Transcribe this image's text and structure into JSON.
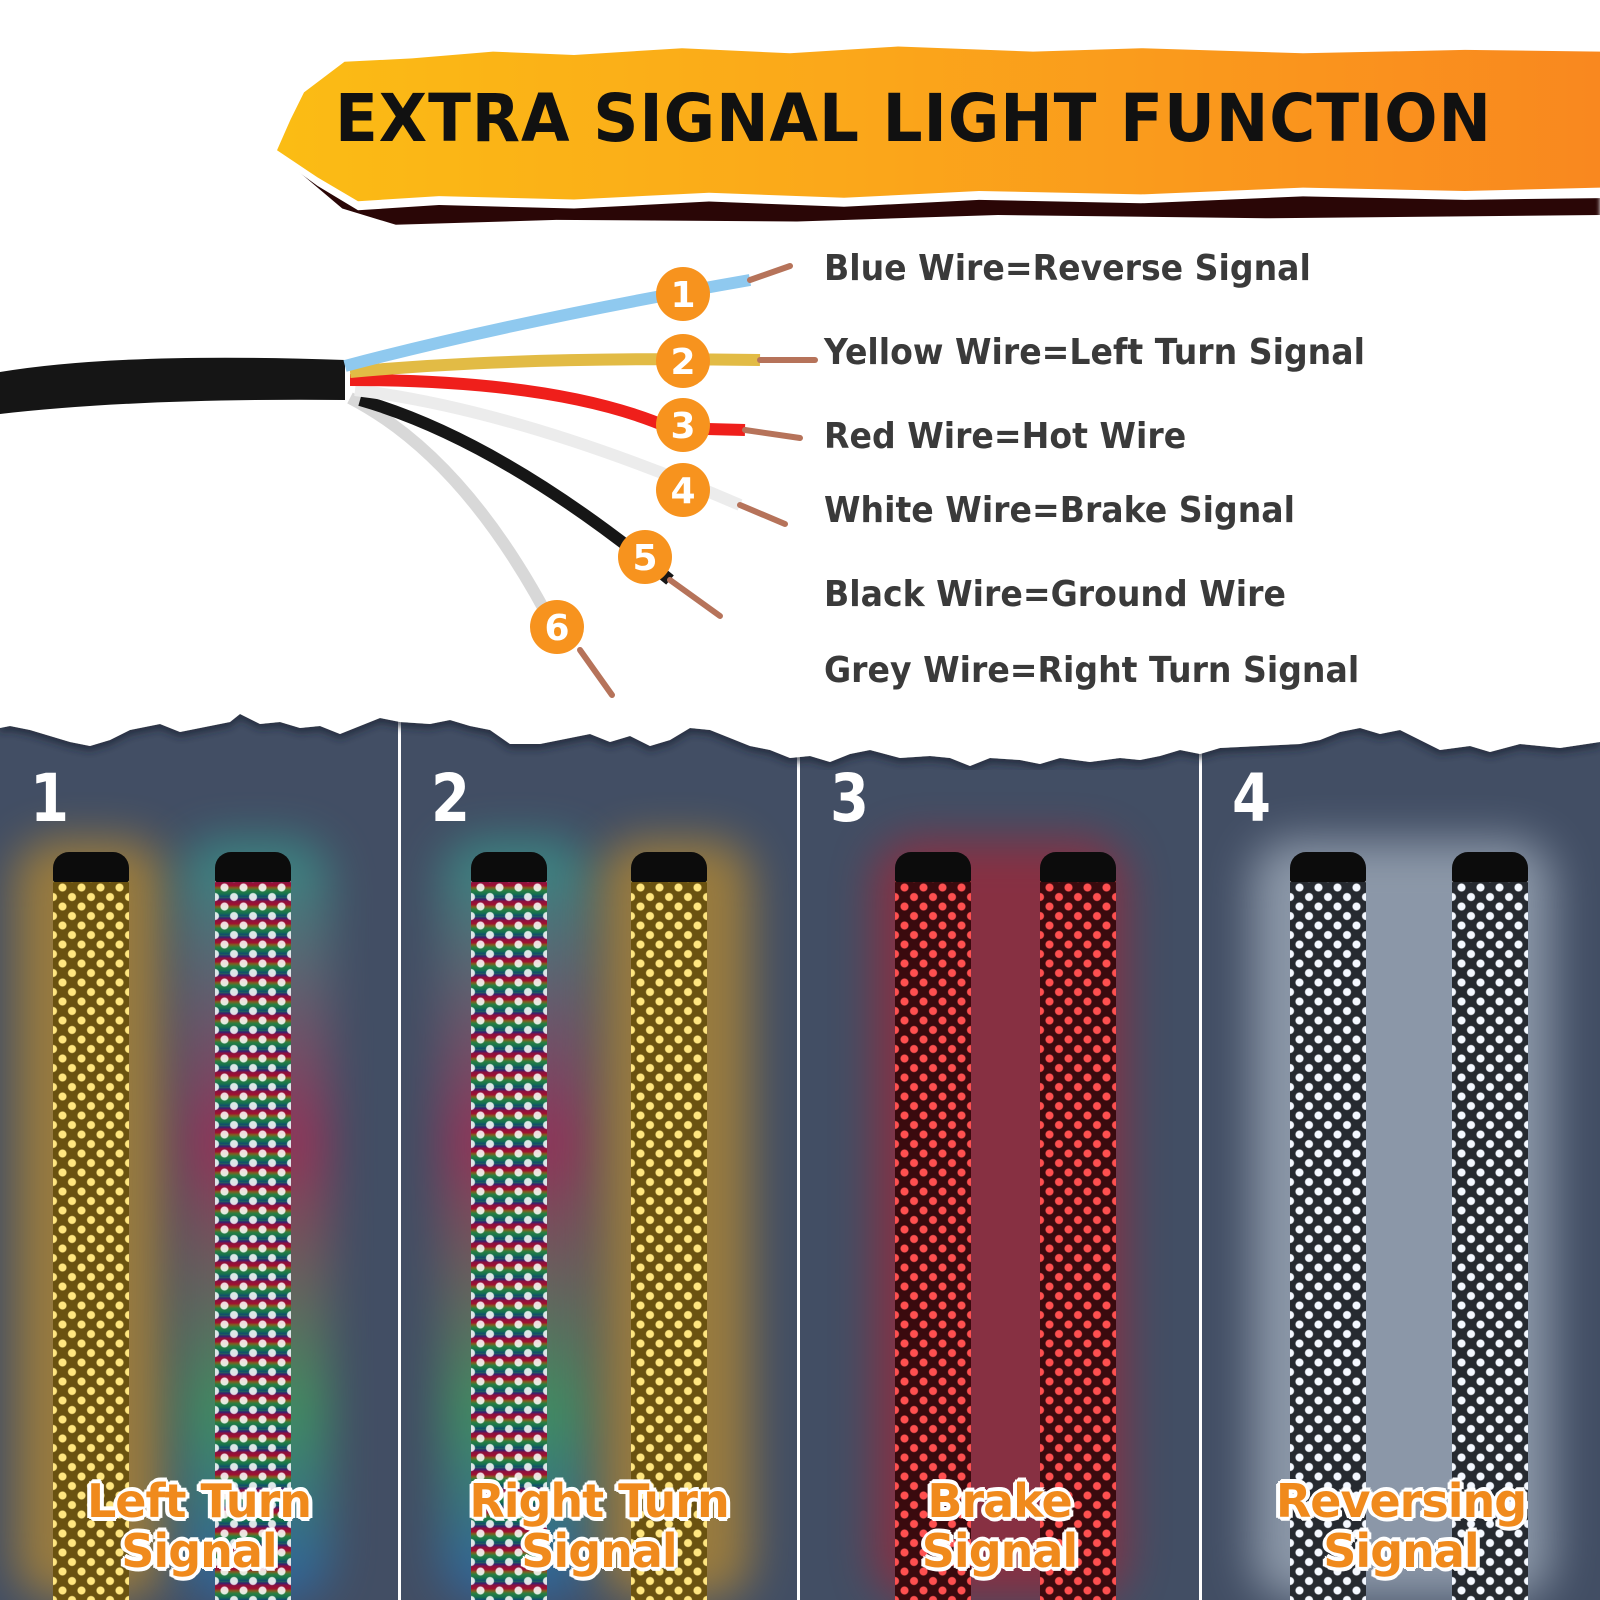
{
  "header": {
    "title": "EXTRA SIGNAL LIGHT FUNCTION",
    "banner_colors": {
      "start": "#fbbd14",
      "end": "#f9881f"
    }
  },
  "wiring": {
    "badge_color": "#f7931e",
    "wires": [
      {
        "number": "1",
        "color_name": "Blue",
        "color": "#8fc9ef",
        "label": "Blue Wire=Reverse Signal"
      },
      {
        "number": "2",
        "color_name": "Yellow",
        "color": "#e2bb45",
        "label": "Yellow Wire=Left Turn Signal"
      },
      {
        "number": "3",
        "color_name": "Red",
        "color": "#f0201c",
        "label": "Red Wire=Hot Wire"
      },
      {
        "number": "4",
        "color_name": "White",
        "color": "#eeeeee",
        "label": "White Wire=Brake Signal"
      },
      {
        "number": "5",
        "color_name": "Black",
        "color": "#151515",
        "label": "Black Wire=Ground Wire"
      },
      {
        "number": "6",
        "color_name": "Grey",
        "color": "#d6d6d6",
        "label": "Grey Wire=Right Turn Signal"
      }
    ]
  },
  "panels": [
    {
      "number": "1",
      "label_line1": "Left Turn",
      "label_line2": "Signal",
      "mode": "left-turn"
    },
    {
      "number": "2",
      "label_line1": "Right Turn",
      "label_line2": "Signal",
      "mode": "right-turn"
    },
    {
      "number": "3",
      "label_line1": "Brake",
      "label_line2": "Signal",
      "mode": "brake"
    },
    {
      "number": "4",
      "label_line1": "Reversing",
      "label_line2": "Signal",
      "mode": "reversing"
    }
  ],
  "colors": {
    "panel_bg": "#424e64",
    "label_orange": "#f08a1c",
    "text_dark": "#3a3a3a"
  }
}
